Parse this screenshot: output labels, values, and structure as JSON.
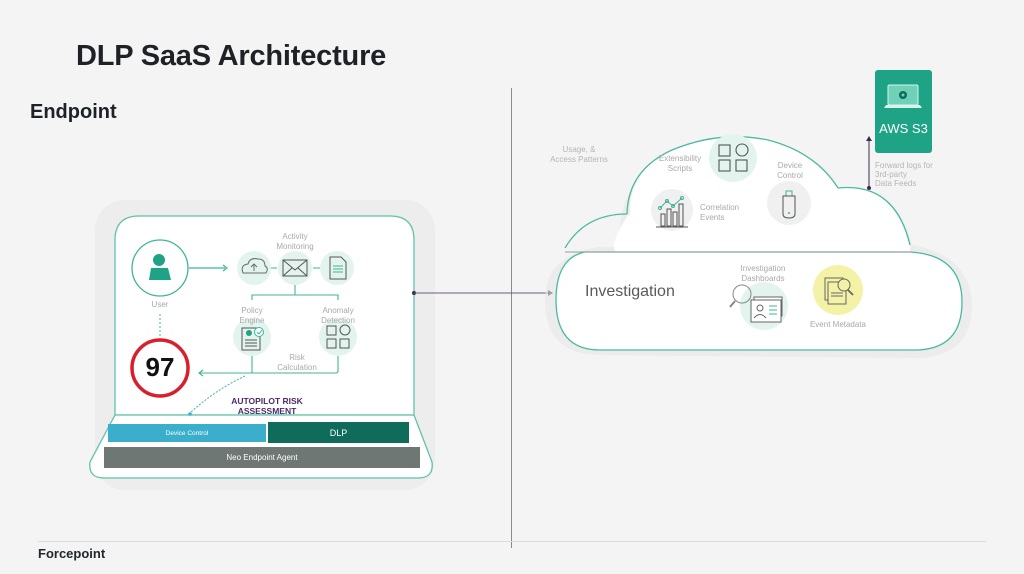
{
  "title": "DLP SaaS Architecture",
  "subtitle": "Endpoint",
  "colors": {
    "teal": "#23a98c",
    "dark_teal": "#0f6b5a",
    "light_blue": "#3aaecb",
    "agent_gray": "#6f7775",
    "risk_red": "#d8202c",
    "purple": "#4b2a6b",
    "yellow": "#f4f2a6"
  },
  "endpoint": {
    "user_label": "User",
    "activity_label": "Activity Monitoring",
    "policy_label": "Policy Engine",
    "anomaly_label": "Anomaly Detection",
    "risk_calc_label": "Risk Calculation",
    "risk_score": "97",
    "autopilot_label_1": "AUTOPILOT RISK",
    "autopilot_label_2": "ASSESSMENT",
    "device_control_label": "Device Control",
    "dlp_label": "DLP",
    "agent_label": "Neo Endpoint Agent"
  },
  "cloud": {
    "usage_label_1": "Usage, &",
    "usage_label_2": "Access Patterns",
    "extensibility_label_1": "Extensibility",
    "extensibility_label_2": "Scripts",
    "device_control_label_1": "Device",
    "device_control_label_2": "Control",
    "correlation_label_1": "Correlation",
    "correlation_label_2": "Events",
    "investigation_title": "Investigation",
    "dashboards_label_1": "Investigation",
    "dashboards_label_2": "Dashboards",
    "event_metadata_label": "Event Metadata"
  },
  "aws": {
    "label": "AWS S3",
    "forward_label_1": "Forward logs for",
    "forward_label_2": "3rd-party",
    "forward_label_3": "Data Feeds"
  },
  "footer": {
    "logo": "Forcepoint"
  }
}
